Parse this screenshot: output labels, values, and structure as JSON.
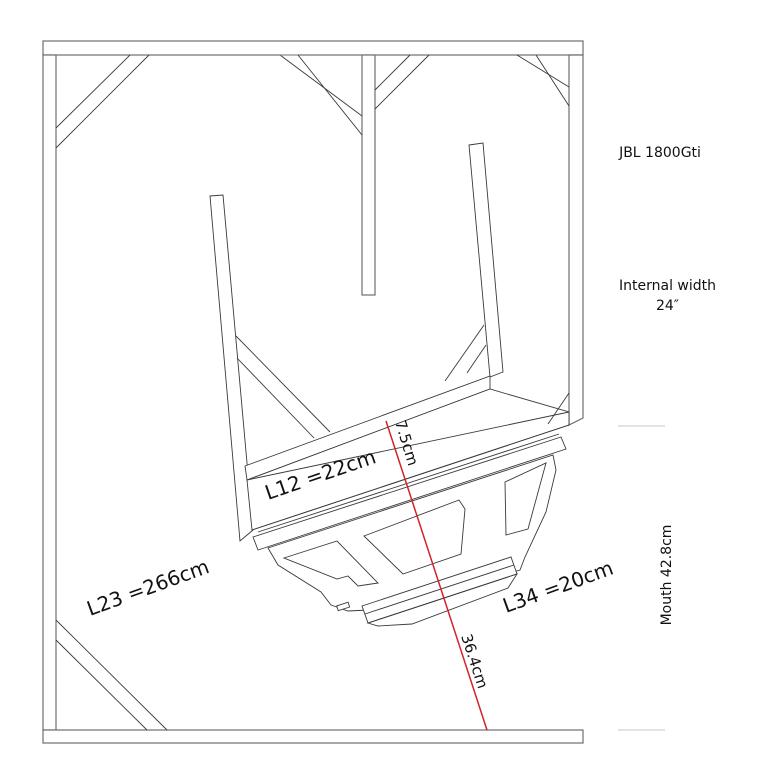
{
  "title": "JBL 1800Gti",
  "internal_width": {
    "label": "Internal width",
    "value": "24″"
  },
  "mouth_label": "Mouth 42.8cm",
  "dimensions": {
    "l12": "L12 =22cm",
    "l23": "L23 =266cm",
    "l34": "L34 =20cm",
    "throat_offset": "7.5cm",
    "driver_to_mouth": "36.4cm"
  },
  "colors": {
    "line": "#3a3a3a",
    "frame": "#6e6e6e",
    "measure_red": "#d2232a",
    "tick_gray": "#c8c8c8"
  }
}
